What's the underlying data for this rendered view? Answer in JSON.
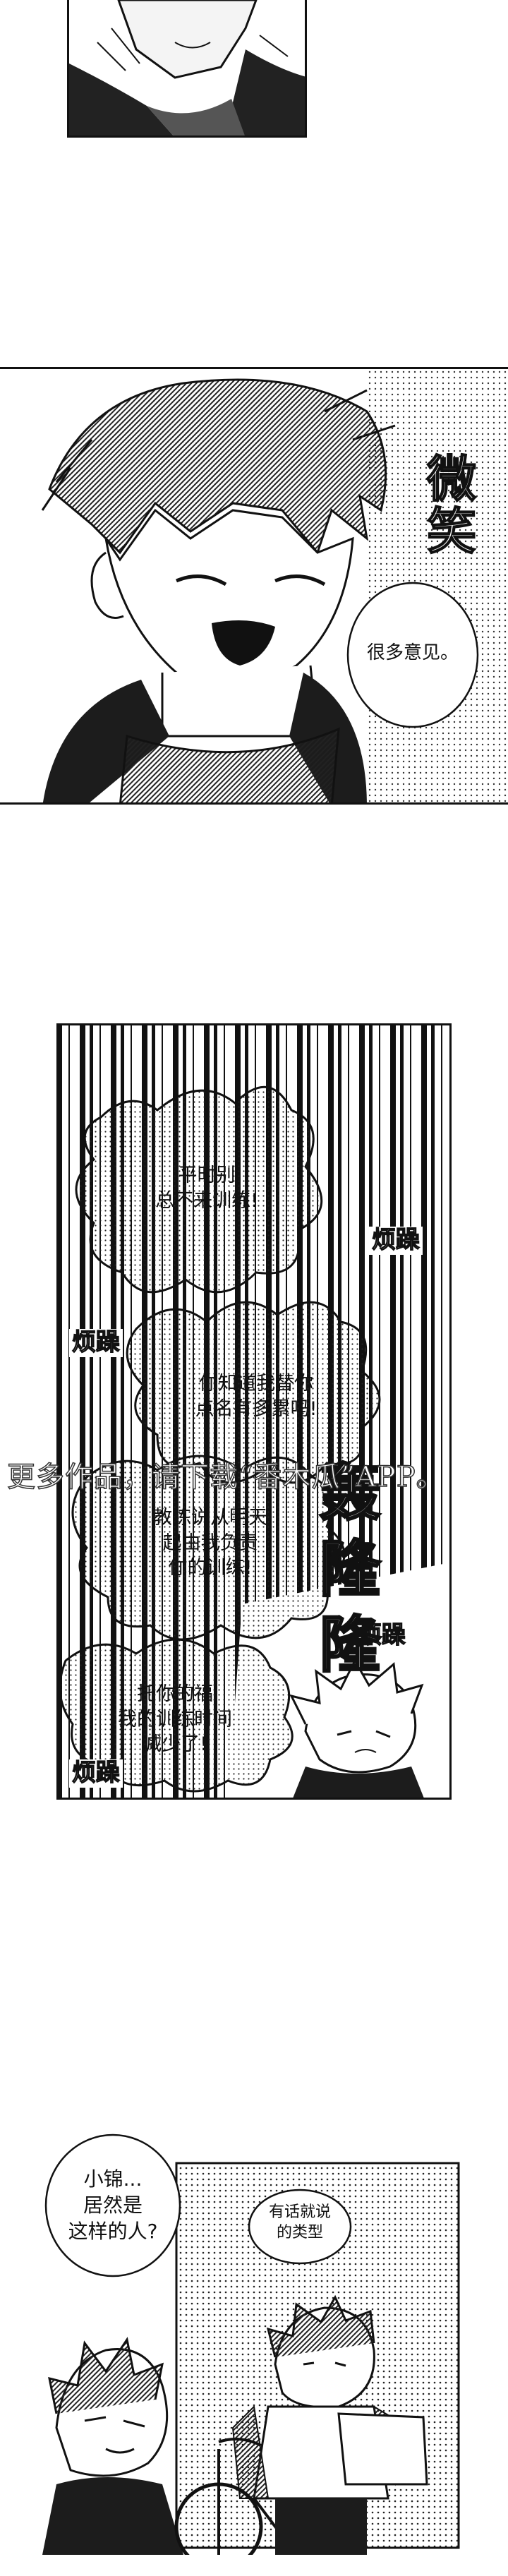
{
  "panels": {
    "p1": {},
    "p2": {
      "sfx": "微\n笑",
      "bubble": "很多意见。"
    },
    "p3": {
      "bubbles": [
        "平时别\n总不来训练!",
        "你知道我替你\n点名有多累吗!",
        "教练说从明天\n起由我负责\n你的训练!",
        "托你的福\n我的训练时间\n减少了!"
      ],
      "sfx": {
        "irritated_1": "烦躁",
        "irritated_2": "烦躁",
        "irritated_3": "烦躁",
        "irritated_4": "烦躁",
        "rumble": "轰\n隆\n隆"
      }
    },
    "p4": {
      "bubble_left": "小锦...\n居然是\n这样的人?",
      "bubble_right": "有话就说\n的类型"
    }
  },
  "watermark": "更多作品，请下载“番木瓜”APP。"
}
